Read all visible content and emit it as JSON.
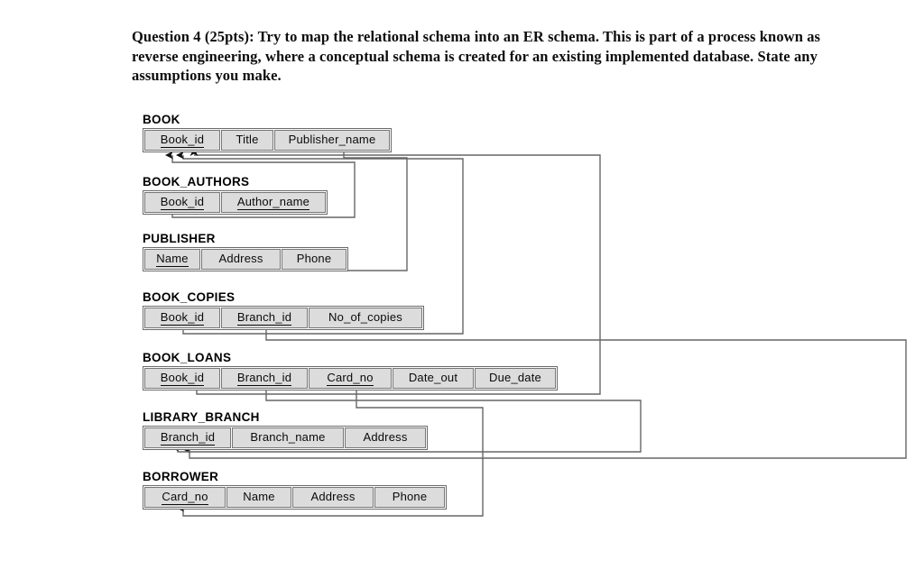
{
  "question": {
    "text": "Question 4 (25pts): Try to map the relational schema into an ER schema. This is part of a process known as reverse engineering, where a conceptual schema is created for an existing implemented database. State any assumptions you make."
  },
  "diagram": {
    "type": "relational-schema",
    "line_color": "#666666",
    "cell_fill": "#dcdcdc",
    "relations": [
      {
        "name": "BOOK",
        "attributes": [
          {
            "label": "Book_id",
            "primary_key": true
          },
          {
            "label": "Title",
            "primary_key": false
          },
          {
            "label": "Publisher_name",
            "primary_key": false
          }
        ]
      },
      {
        "name": "BOOK_AUTHORS",
        "attributes": [
          {
            "label": "Book_id",
            "primary_key": true
          },
          {
            "label": "Author_name",
            "primary_key": true
          }
        ]
      },
      {
        "name": "PUBLISHER",
        "attributes": [
          {
            "label": "Name",
            "primary_key": true
          },
          {
            "label": "Address",
            "primary_key": false
          },
          {
            "label": "Phone",
            "primary_key": false
          }
        ]
      },
      {
        "name": "BOOK_COPIES",
        "attributes": [
          {
            "label": "Book_id",
            "primary_key": true
          },
          {
            "label": "Branch_id",
            "primary_key": true
          },
          {
            "label": "No_of_copies",
            "primary_key": false
          }
        ]
      },
      {
        "name": "BOOK_LOANS",
        "attributes": [
          {
            "label": "Book_id",
            "primary_key": true
          },
          {
            "label": "Branch_id",
            "primary_key": true
          },
          {
            "label": "Card_no",
            "primary_key": true
          },
          {
            "label": "Date_out",
            "primary_key": false
          },
          {
            "label": "Due_date",
            "primary_key": false
          }
        ]
      },
      {
        "name": "LIBRARY_BRANCH",
        "attributes": [
          {
            "label": "Branch_id",
            "primary_key": true
          },
          {
            "label": "Branch_name",
            "primary_key": false
          },
          {
            "label": "Address",
            "primary_key": false
          }
        ]
      },
      {
        "name": "BORROWER",
        "attributes": [
          {
            "label": "Card_no",
            "primary_key": true
          },
          {
            "label": "Name",
            "primary_key": false
          },
          {
            "label": "Address",
            "primary_key": false
          },
          {
            "label": "Phone",
            "primary_key": false
          }
        ]
      }
    ],
    "foreign_keys": [
      {
        "from": "BOOK.Publisher_name",
        "to": "PUBLISHER.Name"
      },
      {
        "from": "BOOK_AUTHORS.Book_id",
        "to": "BOOK.Book_id"
      },
      {
        "from": "BOOK_COPIES.Book_id",
        "to": "BOOK.Book_id"
      },
      {
        "from": "BOOK_COPIES.Branch_id",
        "to": "LIBRARY_BRANCH.Branch_id"
      },
      {
        "from": "BOOK_LOANS.Book_id",
        "to": "BOOK.Book_id"
      },
      {
        "from": "BOOK_LOANS.Branch_id",
        "to": "LIBRARY_BRANCH.Branch_id"
      },
      {
        "from": "BOOK_LOANS.Card_no",
        "to": "BORROWER.Card_no"
      }
    ]
  }
}
